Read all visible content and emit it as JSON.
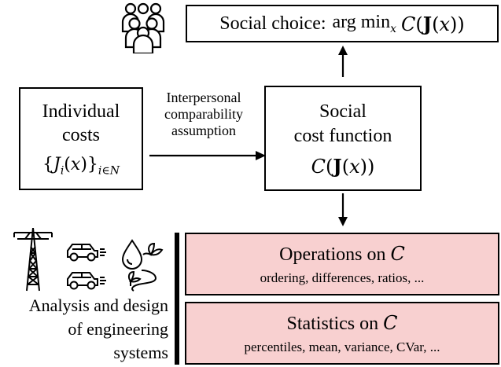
{
  "social_choice": {
    "label": "Social choice:",
    "arg": "arg",
    "min": "min",
    "min_sub": "x",
    "C": "C",
    "J": "J",
    "x": "x"
  },
  "individual_costs": {
    "title_line1": "Individual",
    "title_line2": "costs",
    "J": "J",
    "i": "i",
    "x": "x",
    "subscript_i": "i",
    "subscript_in": "∈",
    "subscript_N": "N"
  },
  "arrow_label": {
    "line1": "Interpersonal",
    "line2": "comparability",
    "line3": "assumption"
  },
  "social_cost": {
    "line1": "Social",
    "line2": "cost function",
    "C": "C",
    "J": "J",
    "x": "x"
  },
  "operations": {
    "title": "Operations on",
    "C": "C",
    "sub": "ordering, differences, ratios, ..."
  },
  "statistics": {
    "title": "Statistics on",
    "C": "C",
    "sub": "percentiles, mean, variance, CVar, ..."
  },
  "analysis": {
    "line1": "Analysis and design",
    "line2": "of engineering",
    "line3": "systems"
  },
  "icons": {
    "people": "people-group-icon",
    "tower": "power-tower-icon",
    "cars": "car-icon",
    "water": "water-drop-plant-icon"
  }
}
